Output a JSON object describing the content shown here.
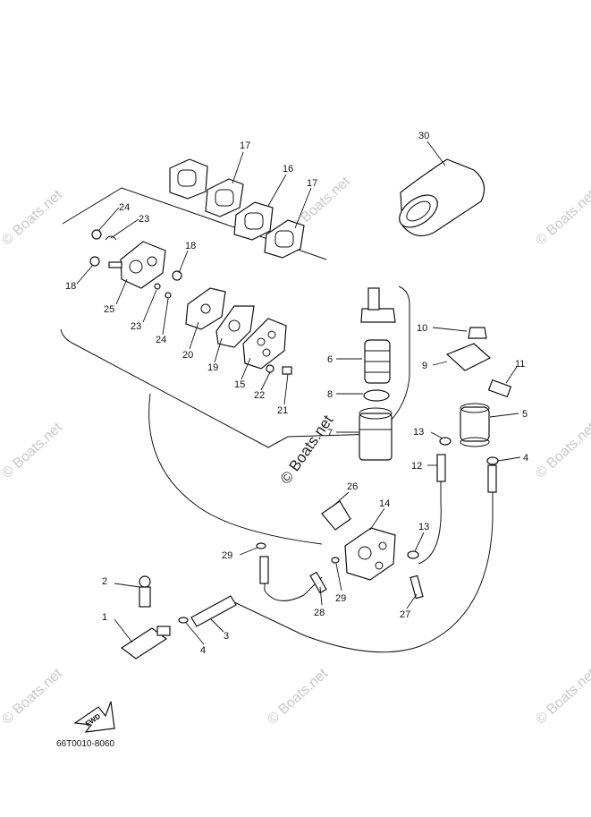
{
  "diagram": {
    "part_numbers": [
      "1",
      "2",
      "3",
      "4",
      "5",
      "6",
      "7",
      "8",
      "9",
      "10",
      "11",
      "12",
      "13",
      "14",
      "15",
      "16",
      "17",
      "18",
      "20",
      "21",
      "22",
      "23",
      "24",
      "25",
      "26",
      "27",
      "28",
      "29",
      "30"
    ],
    "callouts": [
      {
        "id": "c17a",
        "label": "17"
      },
      {
        "id": "c16",
        "label": "16"
      },
      {
        "id": "c17b",
        "label": "17"
      },
      {
        "id": "c30",
        "label": "30"
      },
      {
        "id": "c24a",
        "label": "24"
      },
      {
        "id": "c23a",
        "label": "23"
      },
      {
        "id": "c18a",
        "label": "18"
      },
      {
        "id": "c18b",
        "label": "18"
      },
      {
        "id": "c25",
        "label": "25"
      },
      {
        "id": "c23b",
        "label": "23"
      },
      {
        "id": "c24b",
        "label": "24"
      },
      {
        "id": "c20",
        "label": "20"
      },
      {
        "id": "c19",
        "label": "19"
      },
      {
        "id": "c15",
        "label": "15"
      },
      {
        "id": "c22",
        "label": "22"
      },
      {
        "id": "c21",
        "label": "21"
      },
      {
        "id": "c6",
        "label": "6"
      },
      {
        "id": "c8",
        "label": "8"
      },
      {
        "id": "c7",
        "label": "7"
      },
      {
        "id": "c10",
        "label": "10"
      },
      {
        "id": "c9",
        "label": "9"
      },
      {
        "id": "c11",
        "label": "11"
      },
      {
        "id": "c5",
        "label": "5"
      },
      {
        "id": "c13a",
        "label": "13"
      },
      {
        "id": "c12",
        "label": "12"
      },
      {
        "id": "c4a",
        "label": "4"
      },
      {
        "id": "c26",
        "label": "26"
      },
      {
        "id": "c14",
        "label": "14"
      },
      {
        "id": "c13b",
        "label": "13"
      },
      {
        "id": "c29a",
        "label": "29"
      },
      {
        "id": "c29b",
        "label": "29"
      },
      {
        "id": "c28",
        "label": "28"
      },
      {
        "id": "c27",
        "label": "27"
      },
      {
        "id": "c2",
        "label": "2"
      },
      {
        "id": "c1",
        "label": "1"
      },
      {
        "id": "c3",
        "label": "3"
      },
      {
        "id": "c4b",
        "label": "4"
      }
    ],
    "fwd_label": "FWD",
    "drawing_code": "66T0010-8060",
    "watermark": "© Boats.net"
  }
}
